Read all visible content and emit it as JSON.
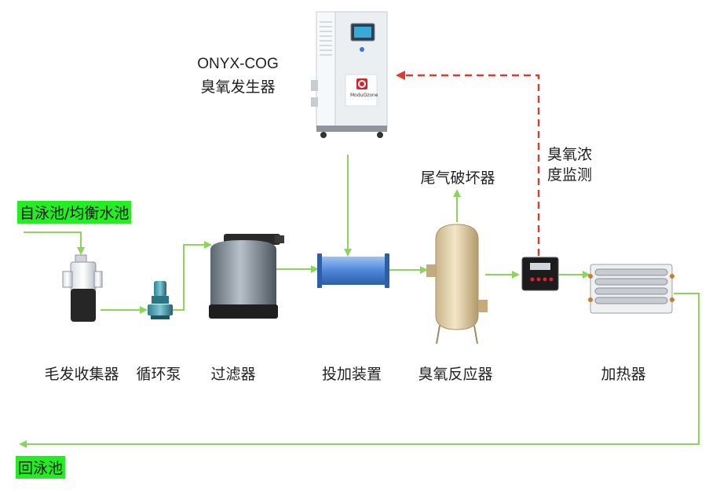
{
  "source_tag": "自泳池/均衡水池",
  "return_tag": "回泳池",
  "generator": {
    "title": "ONYX-COG",
    "subtitle": "臭氧发生器",
    "brand": "ModuOzone"
  },
  "exhaust_label": "尾气破坏器",
  "monitor_label_line1": "臭氧浓",
  "monitor_label_line2": "度监测",
  "components": {
    "hair_collector": "毛发收集器",
    "pump": "循环泵",
    "filter": "过滤器",
    "dosing": "投加装置",
    "reactor": "臭氧反应器",
    "heater": "加热器"
  },
  "colors": {
    "flow_line": "#8cd45a",
    "signal_line": "#e23a2a",
    "tag_bg": "#22ee22"
  }
}
